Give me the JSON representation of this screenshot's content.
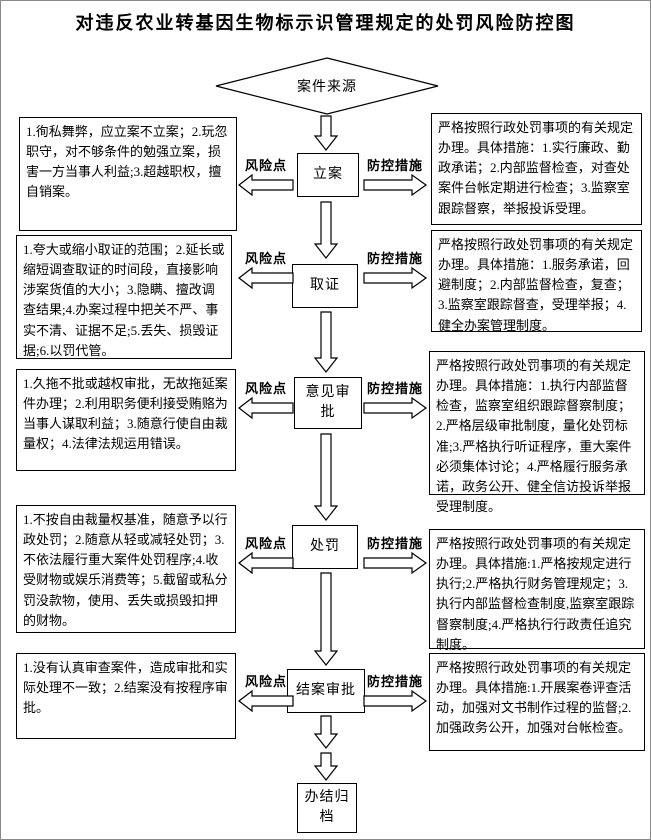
{
  "title": "对违反农业转基因生物标示识管理规定的处罚风险防控图",
  "flow": {
    "source": "案件来源",
    "risk_label": "风险点",
    "control_label": "防控措施",
    "final": "办结归档",
    "stages": [
      {
        "name": "立案",
        "risk": "1.徇私舞弊，应立案不立案；2.玩忽职守，对不够条件的勉强立案，损害一方当事人利益;3.超越职权，擅自销案。",
        "control": "严格按照行政处罚事项的有关规定办理。具体措施：1.实行廉政、勤政承诺；2.内部监督检查，对查处案件台帐定期进行检查；3.监察室跟踪督察，举报投诉受理。"
      },
      {
        "name": "取证",
        "risk": "1.夸大或缩小取证的范围；2.延长或缩短调查取证的时间段，直接影响涉案货值的大小；3.隐瞒、擅改调查结果;4.办案过程中把关不严、事实不清、证据不足;5.丢失、损毁证据;6.以罚代管。",
        "control": "严格按照行政处罚事项的有关规定办理。具体措施：1.服务承诺，回避制度；2.内部监督检查，复查；3.监察室跟踪督查，受理举报；4.健全办案管理制度。"
      },
      {
        "name": "意见审批",
        "risk": "1.久拖不批或越权审批，无故拖延案件办理；2.利用职务便利接受贿赂为当事人谋取利益；3.随意行使自由裁量权；4.法律法规运用错误。",
        "control": "严格按照行政处罚事项的有关规定办理。具体措施：1.执行内部监督检查，监察室组织跟踪督察制度；2.严格层级审批制度，量化处罚标准;3.严格执行听证程序，重大案件必须集体讨论；4.严格履行服务承诺，政务公开、健全信访投诉举报受理制度。"
      },
      {
        "name": "处罚",
        "risk": "1.不按自由裁量权基准，随意予以行政处罚；2.随意从轻或减轻处罚；3.不依法履行重大案件处罚程序;4.收受财物或娱乐消费等；5.截留或私分罚没款物，使用、丢失或损毁扣押的财物。",
        "control": "严格按照行政处罚事项的有关规定办理。具体措施:1.严格按规定进行执行;2.严格执行财务管理规定；3.执行内部监督检查制度,监察室跟踪督察制度;4.严格执行行政责任追究制度。"
      },
      {
        "name": "结案审批",
        "risk": "1.没有认真审查案件，造成审批和实际处理不一致；2.结案没有按程序审批。",
        "control": "严格按照行政处罚事项的有关规定办理。具体措施:1.开展案卷评查活动，加强对文书制作过程的监督;2.加强政务公开，加强对台帐检查。"
      }
    ]
  }
}
